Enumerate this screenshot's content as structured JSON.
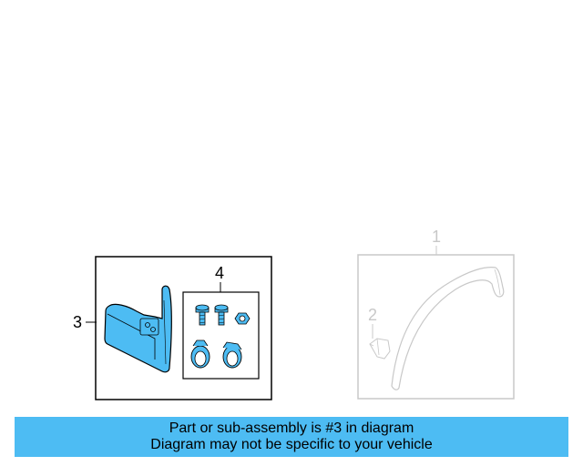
{
  "callouts": {
    "part1": "1",
    "part2": "2",
    "part3": "3",
    "part4": "4"
  },
  "banner": {
    "line1": "Part or sub-assembly is #3 in diagram",
    "line2": "Diagram may not be specific to your vehicle"
  },
  "colors": {
    "highlight_fill": "#4dbcf3",
    "banner_bg": "#4dbcf3",
    "faded_line": "#c8c8c8",
    "line": "#000000"
  }
}
